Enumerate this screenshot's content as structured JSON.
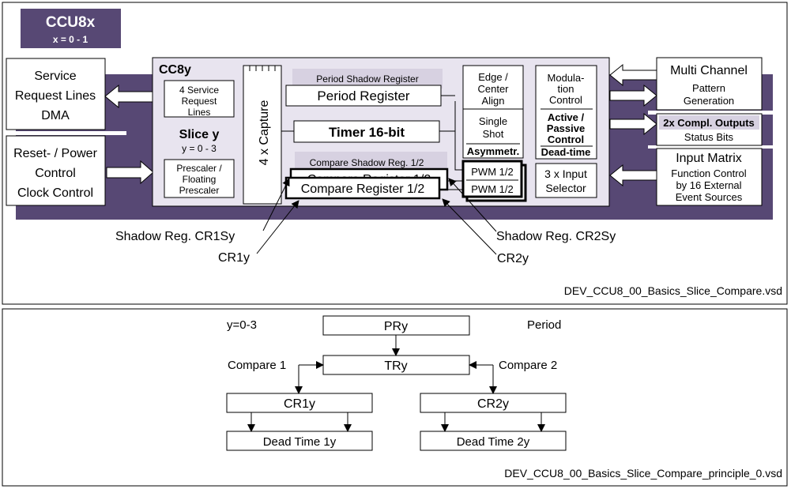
{
  "top": {
    "ccu_title": "CCU8x",
    "ccu_subtitle": "x = 0 - 1",
    "slice_title": "CC8y",
    "left": {
      "service": [
        "Service",
        "Request Lines",
        "DMA"
      ],
      "reset": [
        "Reset- / Power",
        "Control",
        "Clock Control"
      ]
    },
    "inner": {
      "service_lines": [
        "4 Service",
        "Request",
        "Lines"
      ],
      "slice_y": "Slice y",
      "slice_y_range": "y = 0 - 3",
      "prescaler": [
        "Prescaler /",
        "Floating",
        "Prescaler"
      ],
      "capture": "4 x Capture",
      "period_shadow": "Period Shadow Register",
      "period_register": "Period Register",
      "timer": "Timer 16-bit",
      "compare_shadow": "Compare Shadow Reg. 1/2",
      "compare_hidden": "Compare Register 1/2",
      "compare_register": "Compare Register 1/2",
      "edge": [
        "Edge /",
        "Center",
        "Align"
      ],
      "single_shot": [
        "Single",
        "Shot"
      ],
      "asymmetric": "Asymmetr.",
      "pwm": "PWM 1/2",
      "modulation": [
        "Modula-",
        "tion",
        "Control"
      ],
      "active_passive": [
        "Active /",
        "Passive",
        "Control"
      ],
      "deadtime": "Dead-time",
      "input_selector": [
        "3 x Input",
        "Selector"
      ]
    },
    "right": {
      "multi_title": "Multi Channel",
      "multi_sub": [
        "Pattern",
        "Generation"
      ],
      "compl_title": "2x Compl. Outputs",
      "compl_sub": "Status Bits",
      "input_title": "Input Matrix",
      "input_sub": [
        "Function Control",
        "by 16 External",
        "Event Sources"
      ]
    },
    "labels": {
      "shadow_cr1": "Shadow Reg. CR1Sy",
      "cr1": "CR1y",
      "shadow_cr2": "Shadow Reg. CR2Sy",
      "cr2": "CR2y"
    },
    "filename": "DEV_CCU8_00_Basics_Slice_Compare.vsd"
  },
  "bottom": {
    "y_range": "y=0-3",
    "period_label": "Period",
    "pr": "PRy",
    "tr": "TRy",
    "compare1": "Compare 1",
    "compare2": "Compare 2",
    "cr1": "CR1y",
    "cr2": "CR2y",
    "dt1": "Dead Time 1y",
    "dt2": "Dead Time 2y",
    "filename": "DEV_CCU8_00_Basics_Slice_Compare_principle_0.vsd"
  },
  "colors": {
    "purple": "#574874",
    "panel": "#e8e4ef",
    "shade": "#d7d1e1"
  }
}
